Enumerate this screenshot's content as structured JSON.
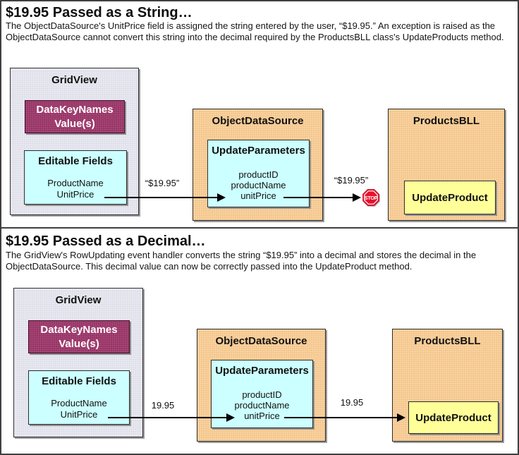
{
  "colors": {
    "gridview_bg": "#e9e9f1",
    "datakeynames_bg": "#993366",
    "fields_bg": "#ccffff",
    "component_bg": "#f4c58a",
    "method_bg": "#ffff99",
    "stop_red": "#e8112d",
    "border": "#3f3f3f"
  },
  "panels": [
    {
      "title": "$19.95 Passed as a String…",
      "description": "The ObjectDataSource's UnitPrice field is assigned the string entered by the user, “$19.95.” An exception is raised as the ObjectDataSource cannot convert this string into the decimal required by the ProductsBLL class's UpdateProducts method.",
      "gridview": {
        "title": "GridView",
        "datakeynames_line1": "DataKeyNames",
        "datakeynames_line2": "Value(s)",
        "editable_title": "Editable Fields",
        "fields": [
          "ProductName",
          "UnitPrice"
        ]
      },
      "ods": {
        "title": "ObjectDataSource",
        "params_title": "UpdateParameters",
        "params": [
          "productID",
          "productName",
          "unitPrice"
        ]
      },
      "bll": {
        "title": "ProductsBLL",
        "method": "UpdateProduct"
      },
      "arrow1_label": "“$19.95”",
      "arrow2_label": "“$19.95”",
      "stop_label": "STOP"
    },
    {
      "title": "$19.95 Passed as a Decimal…",
      "description": "The GridView's RowUpdating event handler converts the string “$19.95” into a decimal and stores the decimal in the ObjectDataSource. This decimal value can now be correctly passed into the UpdateProduct method.",
      "gridview": {
        "title": "GridView",
        "datakeynames_line1": "DataKeyNames",
        "datakeynames_line2": "Value(s)",
        "editable_title": "Editable Fields",
        "fields": [
          "ProductName",
          "UnitPrice"
        ]
      },
      "ods": {
        "title": "ObjectDataSource",
        "params_title": "UpdateParameters",
        "params": [
          "productID",
          "productName",
          "unitPrice"
        ]
      },
      "bll": {
        "title": "ProductsBLL",
        "method": "UpdateProduct"
      },
      "arrow1_label": "19.95",
      "arrow2_label": "19.95"
    }
  ]
}
